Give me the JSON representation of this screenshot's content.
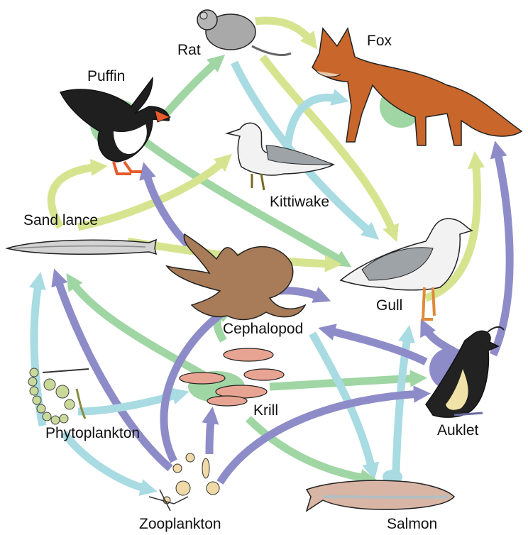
{
  "diagram": {
    "type": "food-web",
    "colors": {
      "lime": "#d6e48f",
      "green": "#9fd6a3",
      "cyan": "#a8dbe2",
      "purple": "#8e8cc8"
    },
    "organisms": [
      {
        "id": "rat",
        "label": "Rat",
        "icon": "rat-icon"
      },
      {
        "id": "fox",
        "label": "Fox",
        "icon": "fox-icon"
      },
      {
        "id": "puffin",
        "label": "Puffin",
        "icon": "puffin-icon"
      },
      {
        "id": "kittiwake",
        "label": "Kittiwake",
        "icon": "kittiwake-icon"
      },
      {
        "id": "sand_lance",
        "label": "Sand lance",
        "icon": "sand-lance-icon"
      },
      {
        "id": "gull",
        "label": "Gull",
        "icon": "gull-icon"
      },
      {
        "id": "cephalopod",
        "label": "Cephalopod",
        "icon": "octopus-icon"
      },
      {
        "id": "krill",
        "label": "Krill",
        "icon": "krill-icon"
      },
      {
        "id": "auklet",
        "label": "Auklet",
        "icon": "auklet-icon"
      },
      {
        "id": "phytoplankton",
        "label": "Phytoplankton",
        "icon": "phytoplankton-icon"
      },
      {
        "id": "zooplankton",
        "label": "Zooplankton",
        "icon": "zooplankton-icon"
      },
      {
        "id": "salmon",
        "label": "Salmon",
        "icon": "salmon-icon"
      }
    ]
  }
}
